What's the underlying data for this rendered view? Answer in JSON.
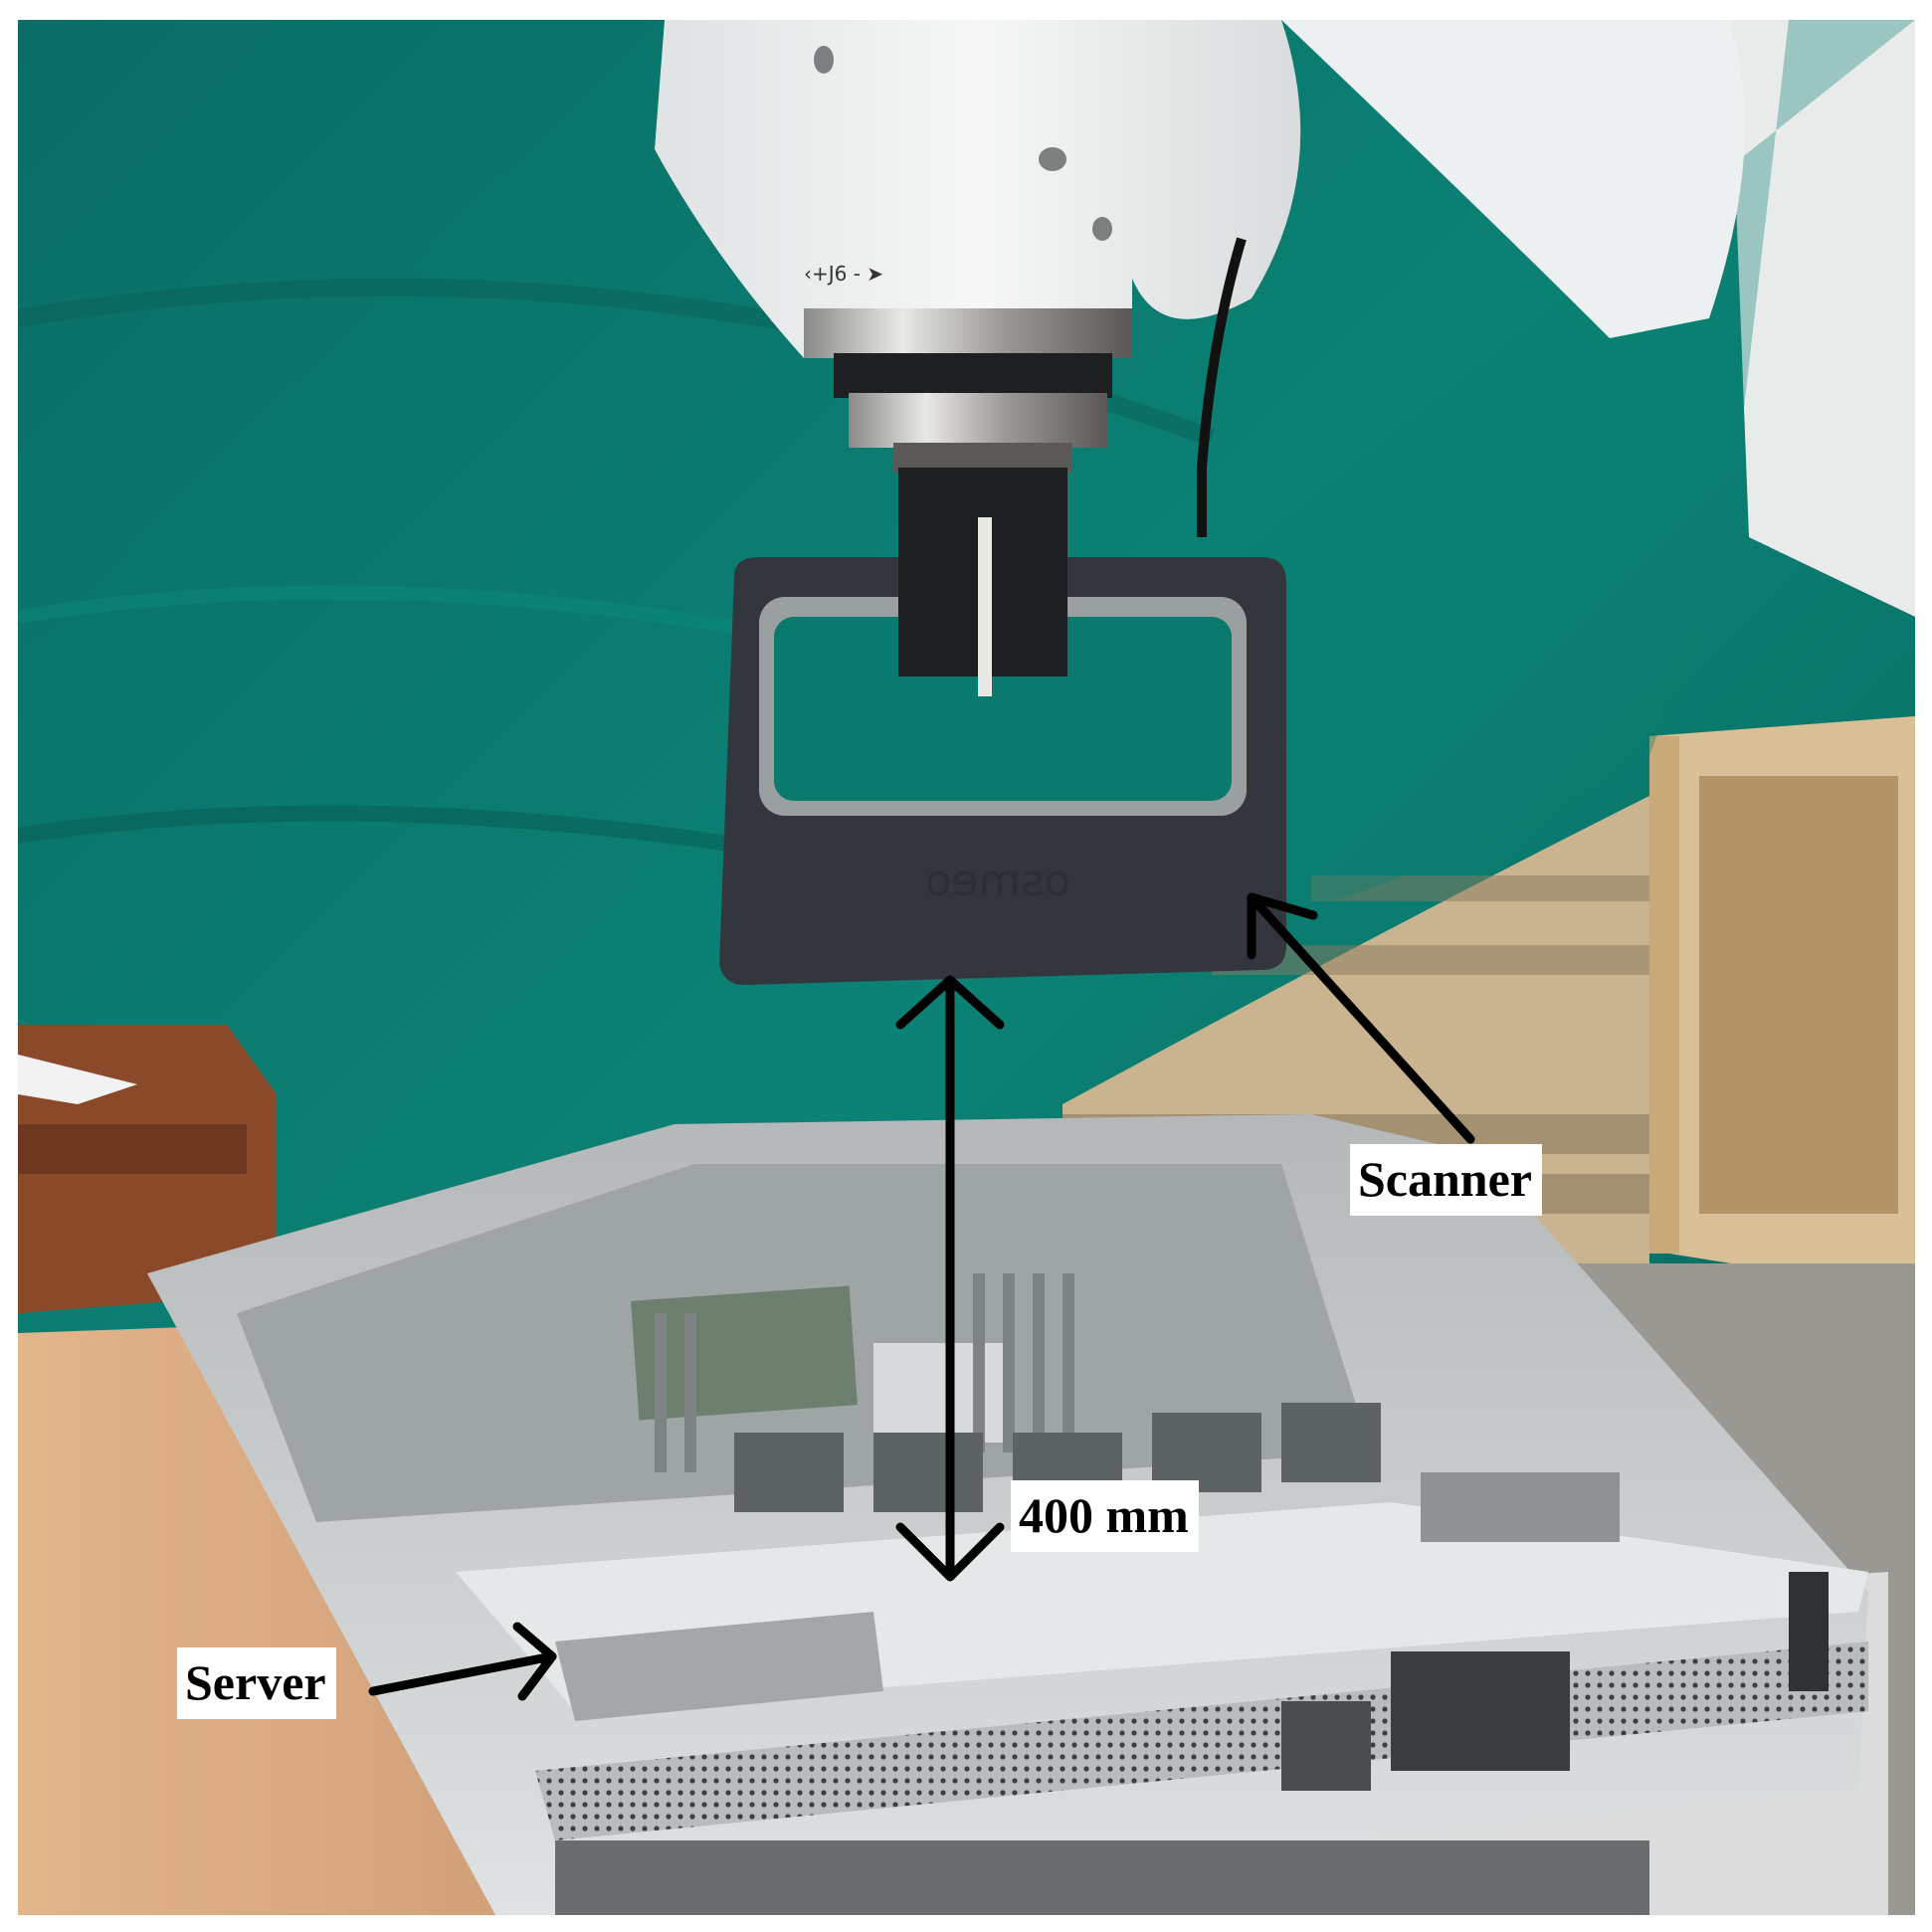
{
  "figure": {
    "type": "annotated-photograph",
    "description": "Robot arm holding a 3D scanner above an open rack server",
    "labels": {
      "scanner": "Scanner",
      "distance": "400 mm",
      "server": "Server"
    },
    "colors": {
      "curtain": "#0b7a6e",
      "robot_arm": "#eef0f0",
      "scanner_body": "#33363d",
      "wood_pallet": "#c9b48f",
      "server_chassis": "#c8cbcc",
      "table_top": "#d8a981",
      "floor": "#9a9892",
      "arrow": "#000000",
      "label_bg": "#ffffff"
    }
  }
}
